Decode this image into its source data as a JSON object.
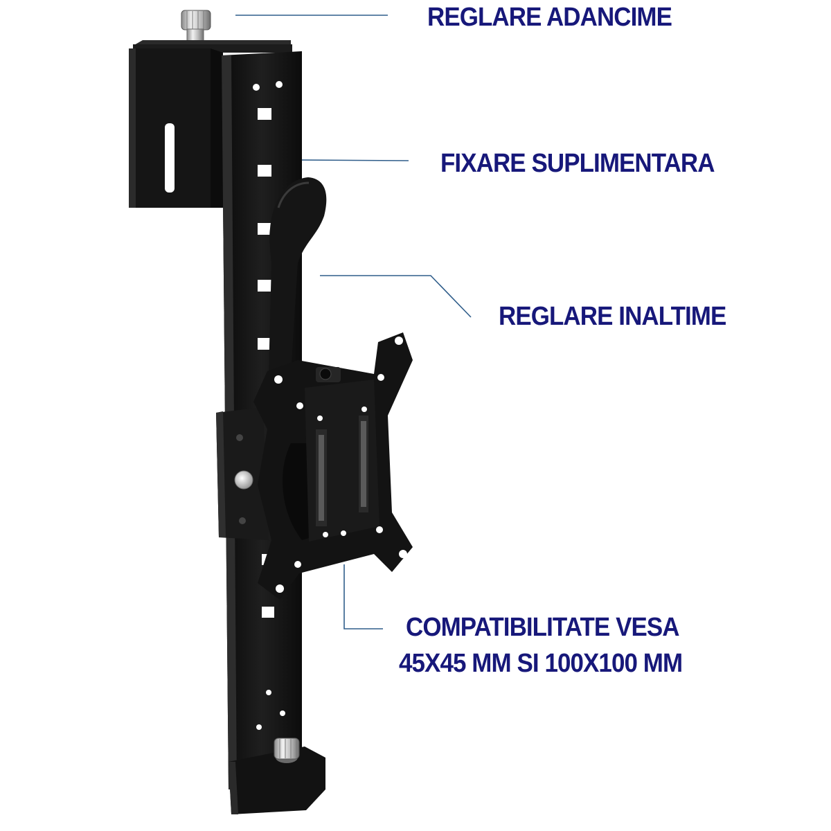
{
  "colors": {
    "label_text": "#17187a",
    "leader_line": "#2f5d8a",
    "metal": "#141414"
  },
  "callouts": [
    {
      "text": "REGLARE ADANCIME"
    },
    {
      "text": "FIXARE SUPLIMENTARA"
    },
    {
      "text": "REGLARE INALTIME"
    },
    {
      "text": "COMPATIBILITATE VESA"
    },
    {
      "text": "45X45 MM SI 100X100 MM"
    }
  ]
}
